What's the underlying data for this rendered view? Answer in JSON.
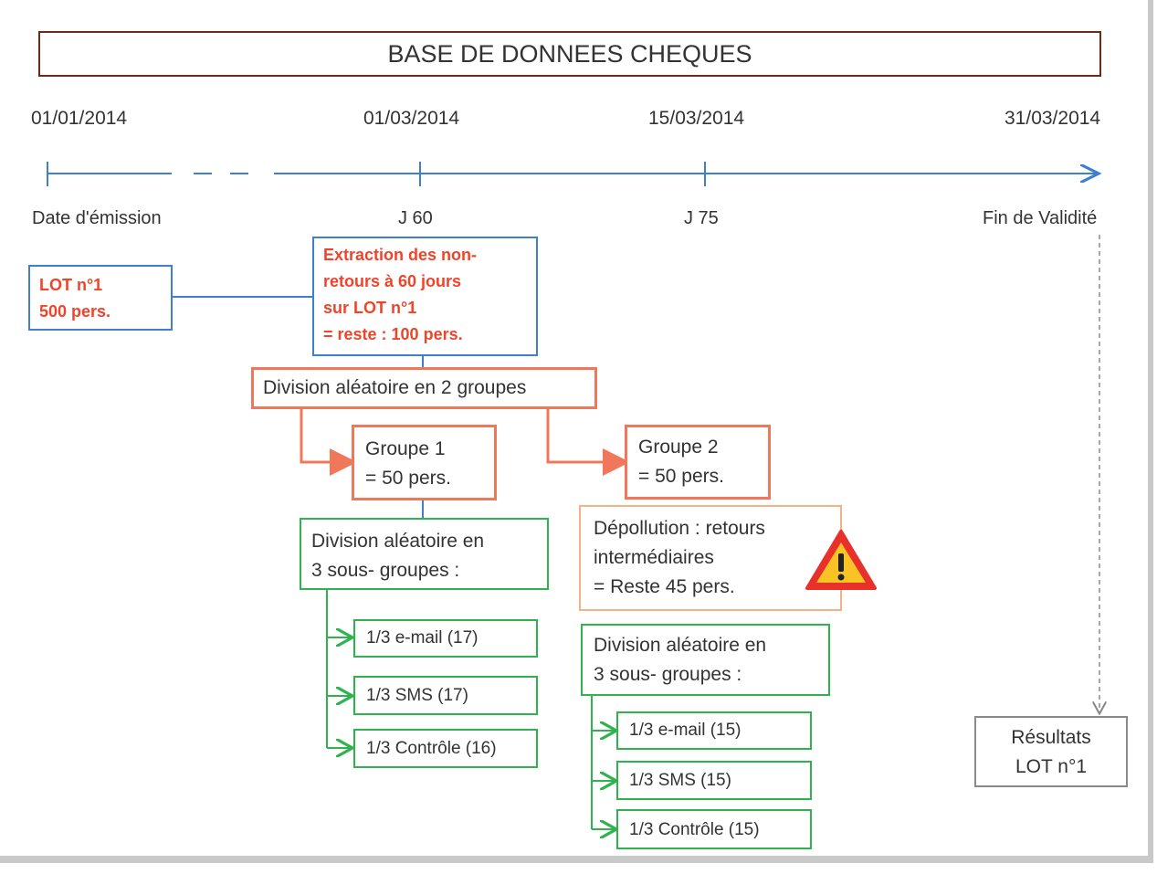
{
  "title": "BASE DE DONNEES CHEQUES",
  "timeline": {
    "dates": [
      "01/01/2014",
      "01/03/2014",
      "15/03/2014",
      "31/03/2014"
    ],
    "labels": [
      "Date d'émission",
      "J 60",
      "J 75",
      "Fin de Validité"
    ]
  },
  "lot": {
    "line1": "LOT n°1",
    "line2": "500 pers."
  },
  "extraction": {
    "line1": "Extraction des non-",
    "line2": "retours à 60 jours",
    "line3": "sur LOT n°1",
    "line4": "= reste : 100 pers."
  },
  "division2": "Division aléatoire en 2 groupes",
  "groupe1": {
    "line1": "Groupe 1",
    "line2": "= 50 pers."
  },
  "groupe2": {
    "line1": "Groupe 2",
    "line2": "= 50 pers."
  },
  "division3_g1": {
    "line1": "Division aléatoire en",
    "line2": "3 sous- groupes :"
  },
  "g1_subgroups": [
    "1/3 e-mail (17)",
    "1/3 SMS (17)",
    "1/3 Contrôle (16)"
  ],
  "depollution": {
    "line1": "Dépollution  : retours",
    "line2": "intermédiaires",
    "line3": "= Reste 45 pers."
  },
  "warning_icon": "warning-triangle",
  "division3_g2": {
    "line1": "Division aléatoire en",
    "line2": "3 sous- groupes :"
  },
  "g2_subgroups": [
    "1/3 e-mail (15)",
    "1/3 SMS (15)",
    "1/3 Contrôle (15)"
  ],
  "resultats": {
    "line1": "Résultats",
    "line2": "LOT n°1"
  },
  "colors": {
    "timeline": "#3f7fd0",
    "orange": "#f0775a",
    "green": "#2eb34f",
    "red_text": "#f0442a",
    "title_border": "#6b2a1a"
  }
}
